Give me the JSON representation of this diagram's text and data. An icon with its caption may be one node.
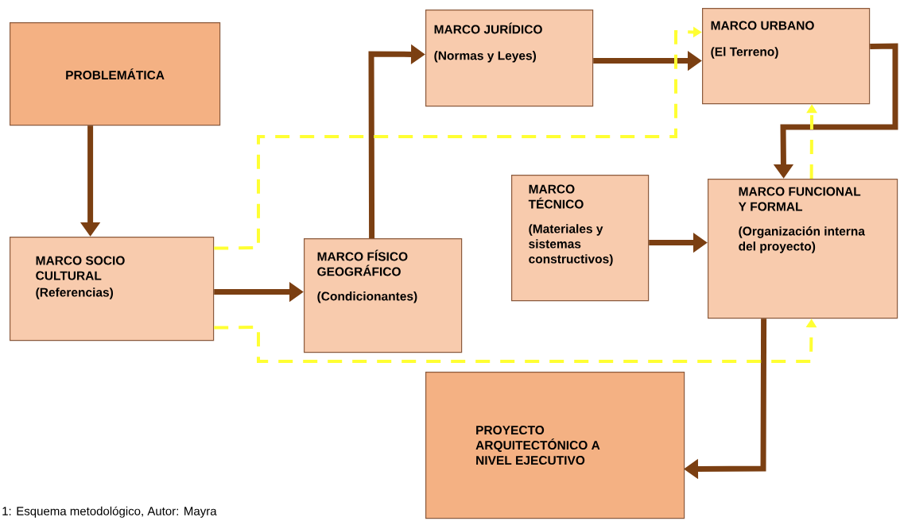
{
  "diagram": {
    "caption": "1: Esquema metodológico, Autor: Mayra",
    "nodes": [
      {
        "text": [
          "PROBLEMÁTICA"
        ]
      },
      {
        "text": [
          "MARCO SOCIO CULTURAL",
          "(Referencias)"
        ]
      },
      {
        "text": [
          "MARCO FÍSICO GEOGRÁFICO",
          "(Condicionantes)"
        ]
      },
      {
        "text": [
          "MARCO JURÍDICO",
          "(Normas y Leyes)"
        ]
      },
      {
        "text": [
          "MARCO URBANO",
          "(El Terreno)"
        ]
      },
      {
        "text": [
          "MARCO TÉCNICO",
          "(Materiales y sistemas constructivos)"
        ]
      },
      {
        "text": [
          "MARCO FUNCIONAL Y FORMAL",
          "(Organización interna del proyecto)"
        ]
      },
      {
        "text": [
          "PROYECTO ARQUITECTÓNICO A NIVEL EJECUTIVO"
        ]
      }
    ],
    "edges": [
      {
        "from": 0,
        "to": 1,
        "arrow": "to"
      },
      {
        "from": 1,
        "to": 2,
        "arrow": "to"
      },
      {
        "from": 2,
        "to": 3,
        "arrow": "to"
      },
      {
        "from": 3,
        "to": 4,
        "arrow": "to"
      },
      {
        "from": 4,
        "to": 6,
        "arrow": "to"
      },
      {
        "from": 5,
        "to": 6,
        "arrow": "to"
      },
      {
        "from": 6,
        "to": 7,
        "arrow": "to"
      },
      {
        "from": 1,
        "to": 4,
        "arrow": "to",
        "style": "dashed",
        "color": "#ffff33"
      },
      {
        "from": 1,
        "to": 6,
        "arrow": "to",
        "style": "dashed",
        "color": "#ffff33"
      },
      {
        "from": 6,
        "to": 4,
        "arrow": "to",
        "style": "dashed",
        "color": "#ffff33"
      }
    ]
  }
}
